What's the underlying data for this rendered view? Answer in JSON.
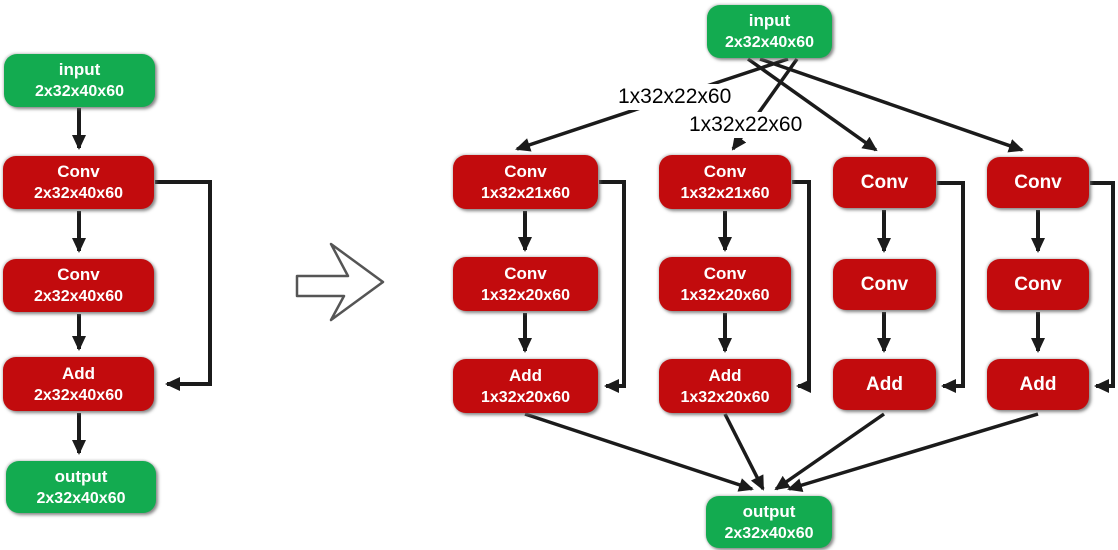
{
  "colors": {
    "node_green": "#13AB50",
    "node_red": "#C20B0D",
    "edge": "#1B1B1B",
    "edge_label_bg": "#FFFFFF",
    "edge_label_text": "#000000",
    "transform_arrow_fill": "#FFFFFF",
    "transform_arrow_outline": "#555555"
  },
  "left": {
    "nodes": [
      {
        "label": "input",
        "shape": "2x32x40x60",
        "kind": "input"
      },
      {
        "label": "Conv",
        "shape": "2x32x40x60",
        "kind": "op"
      },
      {
        "label": "Conv",
        "shape": "2x32x40x60",
        "kind": "op"
      },
      {
        "label": "Add",
        "shape": "2x32x40x60",
        "kind": "op"
      },
      {
        "label": "output",
        "shape": "2x32x40x60",
        "kind": "output"
      }
    ]
  },
  "right": {
    "input": {
      "label": "input",
      "shape": "2x32x40x60"
    },
    "output": {
      "label": "output",
      "shape": "2x32x40x60"
    },
    "edge_labels": [
      "1x32x22x60",
      "1x32x22x60"
    ],
    "branches": [
      {
        "nodes": [
          {
            "label": "Conv",
            "shape": "1x32x21x60"
          },
          {
            "label": "Conv",
            "shape": "1x32x20x60"
          },
          {
            "label": "Add",
            "shape": "1x32x20x60"
          }
        ]
      },
      {
        "nodes": [
          {
            "label": "Conv",
            "shape": "1x32x21x60"
          },
          {
            "label": "Conv",
            "shape": "1x32x20x60"
          },
          {
            "label": "Add",
            "shape": "1x32x20x60"
          }
        ]
      },
      {
        "nodes": [
          {
            "label": "Conv"
          },
          {
            "label": "Conv"
          },
          {
            "label": "Add"
          }
        ]
      },
      {
        "nodes": [
          {
            "label": "Conv"
          },
          {
            "label": "Conv"
          },
          {
            "label": "Add"
          }
        ]
      }
    ]
  }
}
